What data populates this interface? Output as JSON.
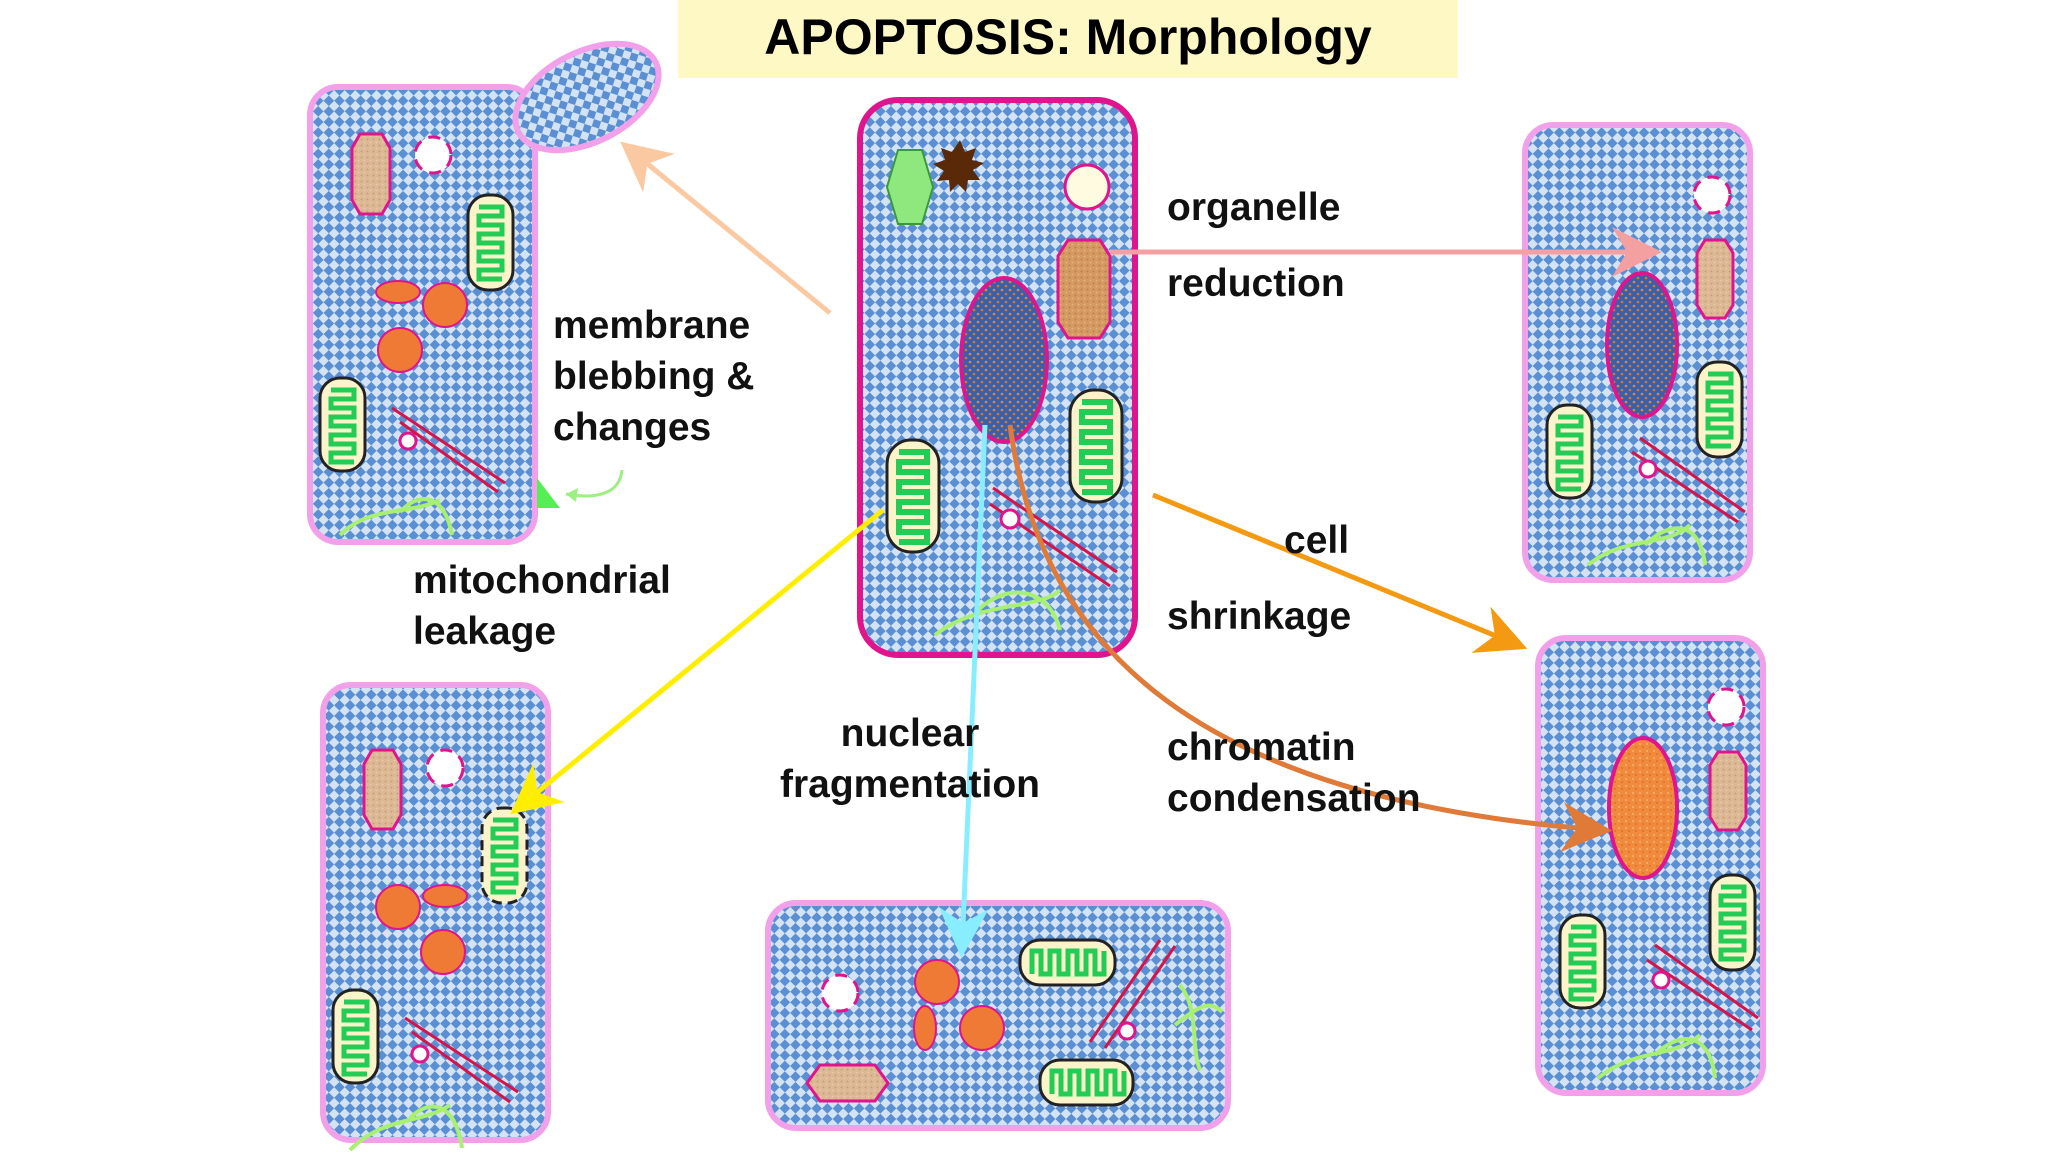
{
  "title": "APOPTOSIS:  Morphology",
  "labels": {
    "membrane_blebbing": [
      "membrane",
      "blebbing &",
      "changes"
    ],
    "mitochondrial_leakage": [
      "mitochondrial",
      "leakage"
    ],
    "organelle_reduction": [
      "organelle",
      "reduction"
    ],
    "cell_shrinkage": [
      "cell",
      "shrinkage"
    ],
    "nuclear_fragmentation": [
      "nuclear",
      "fragmentation"
    ],
    "chromatin_condensation": [
      "chromatin",
      "condensation"
    ]
  },
  "colors": {
    "cytoplasm_blue": "#5b8fd4",
    "cytoplasm_light": "#cfe0f2",
    "membrane_central": "#e0148c",
    "membrane_pink": "#f2a0ea",
    "nucleus": "#3d5fa8",
    "nucleus_speckle": "#d98a3a",
    "condensed_chromatin": "#f08a3c",
    "fragment_orange": "#ee7a36",
    "mitochondria_green": "#22cc55",
    "mitochondria_cream": "#fbf3c9",
    "arrow_peach": "#fbc9a1",
    "arrow_salmon": "#f5a0a0",
    "arrow_yellow": "#ffee00",
    "arrow_cyan": "#88eeff",
    "arrow_orange": "#f49a12",
    "arrow_brown_orange": "#e07a38",
    "er_red": "#d4144a",
    "cytoskeleton_green": "#a8f070",
    "title_bg": "#fdf8c4"
  }
}
